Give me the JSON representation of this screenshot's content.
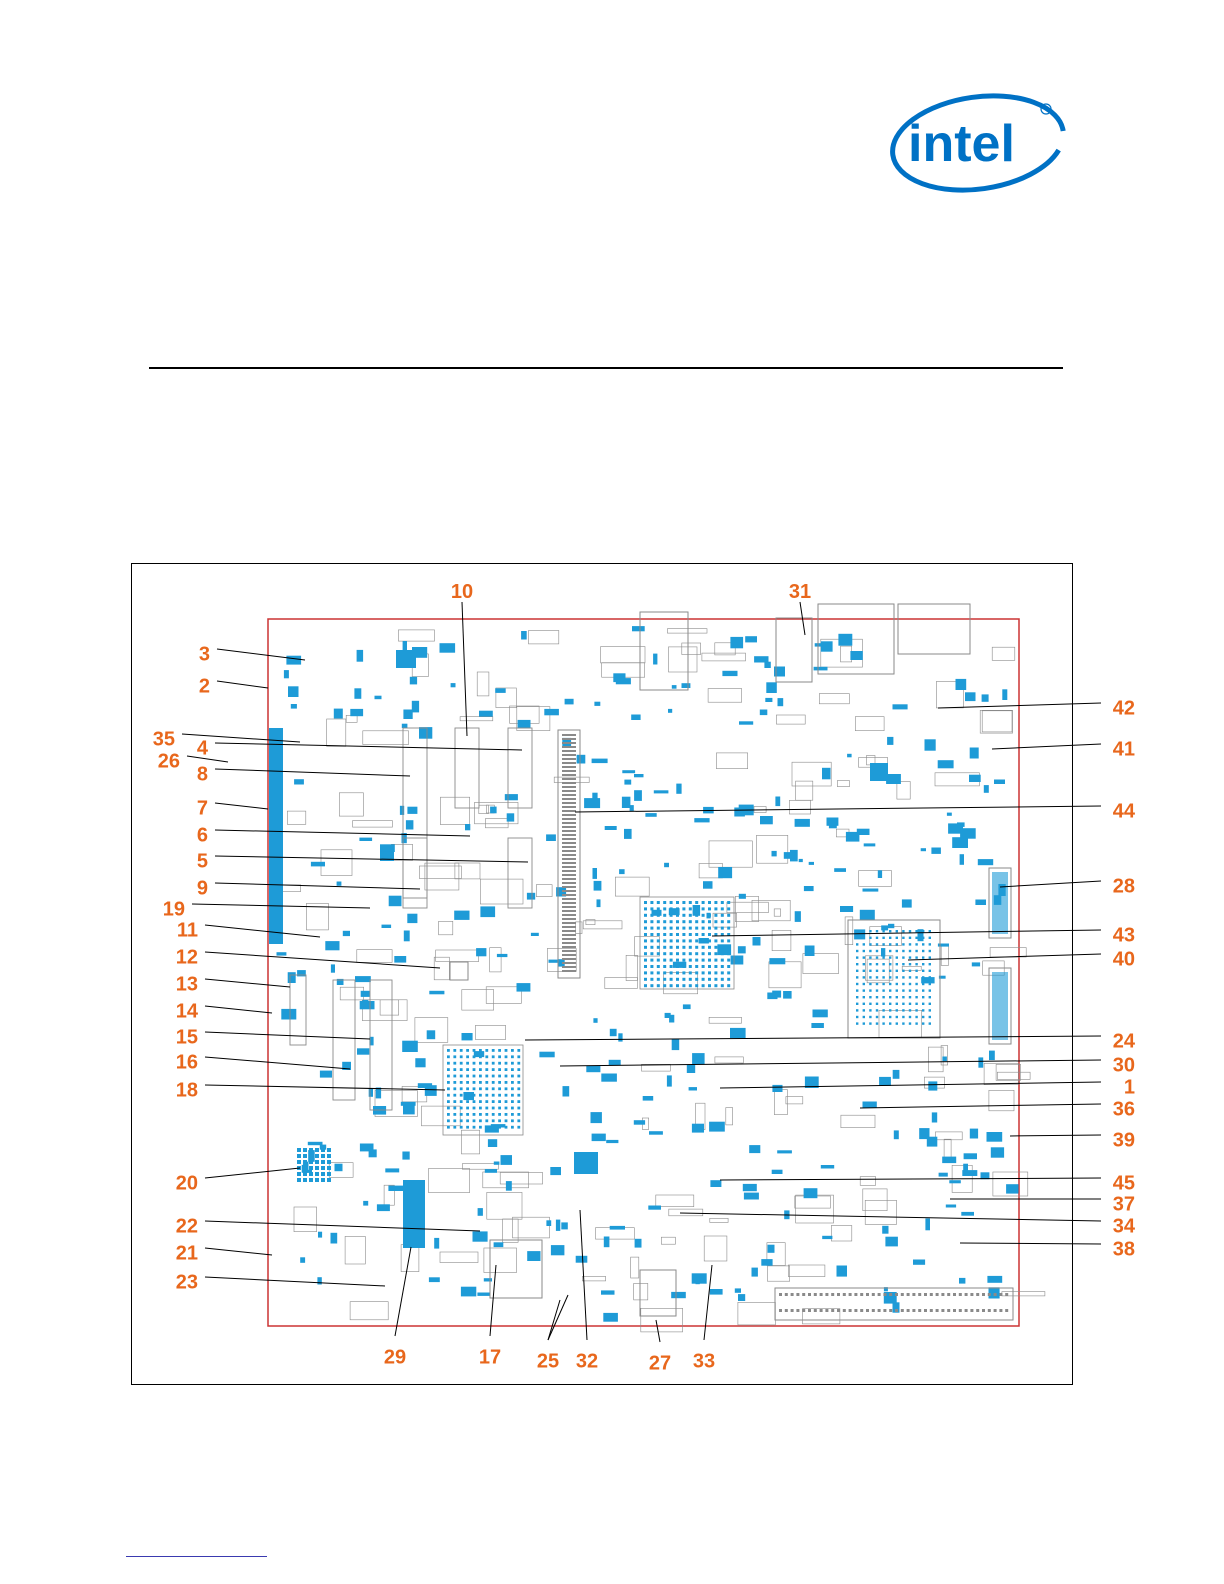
{
  "logo": {
    "text": "intel",
    "colors": {
      "blue": "#0071c5"
    }
  },
  "diagram": {
    "colors": {
      "board_outline": "#cc3333",
      "component": "#1e9bd7",
      "trace": "#8a8a8a",
      "callout": "#e8671c",
      "leader": "#000000"
    },
    "callouts_left": [
      "3",
      "2",
      "35",
      "4",
      "26",
      "8",
      "7",
      "6",
      "5",
      "9",
      "19",
      "11",
      "12",
      "13",
      "14",
      "15",
      "16",
      "18",
      "20",
      "22",
      "21",
      "23"
    ],
    "callouts_top": [
      "10",
      "31"
    ],
    "callouts_right": [
      "42",
      "41",
      "44",
      "28",
      "43",
      "40",
      "24",
      "30",
      "1",
      "36",
      "39",
      "45",
      "37",
      "34",
      "38"
    ],
    "callouts_bottom": [
      "29",
      "17",
      "25",
      "32",
      "27",
      "33"
    ]
  }
}
